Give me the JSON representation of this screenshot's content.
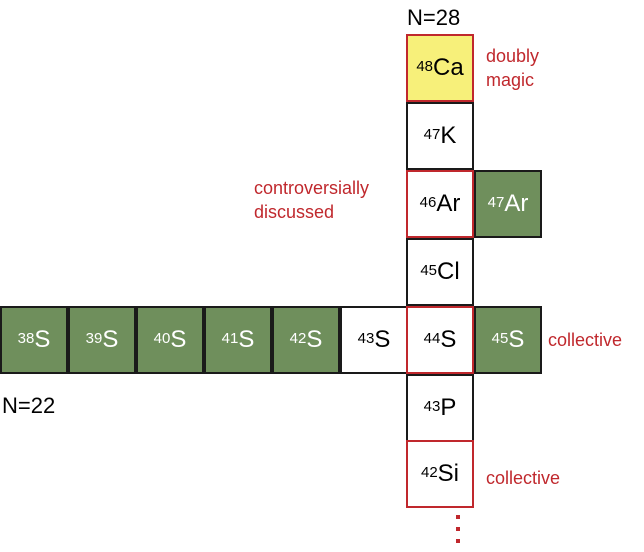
{
  "n28_label": "N=28",
  "n22_label": "N=22",
  "annotations": {
    "doubly_magic": "doubly\nmagic",
    "controversially_discussed": "controversially\ndiscussed",
    "collective_s45": "collective",
    "collective_si42": "collective"
  },
  "nuclei": {
    "ca48": {
      "mass": "48",
      "element": "Ca"
    },
    "k47": {
      "mass": "47",
      "element": "K"
    },
    "ar46": {
      "mass": "46",
      "element": "Ar"
    },
    "ar47": {
      "mass": "47",
      "element": "Ar"
    },
    "cl45": {
      "mass": "45",
      "element": "Cl"
    },
    "s38": {
      "mass": "38",
      "element": "S"
    },
    "s39": {
      "mass": "39",
      "element": "S"
    },
    "s40": {
      "mass": "40",
      "element": "S"
    },
    "s41": {
      "mass": "41",
      "element": "S"
    },
    "s42": {
      "mass": "42",
      "element": "S"
    },
    "s43": {
      "mass": "43",
      "element": "S"
    },
    "s44": {
      "mass": "44",
      "element": "S"
    },
    "s45": {
      "mass": "45",
      "element": "S"
    },
    "p43": {
      "mass": "43",
      "element": "P"
    },
    "si42": {
      "mass": "42",
      "element": "Si"
    }
  },
  "colors": {
    "green": "#6f8f5c",
    "yellow": "#f7f07a",
    "red_border": "#c0282d",
    "red_text": "#c0282d"
  }
}
